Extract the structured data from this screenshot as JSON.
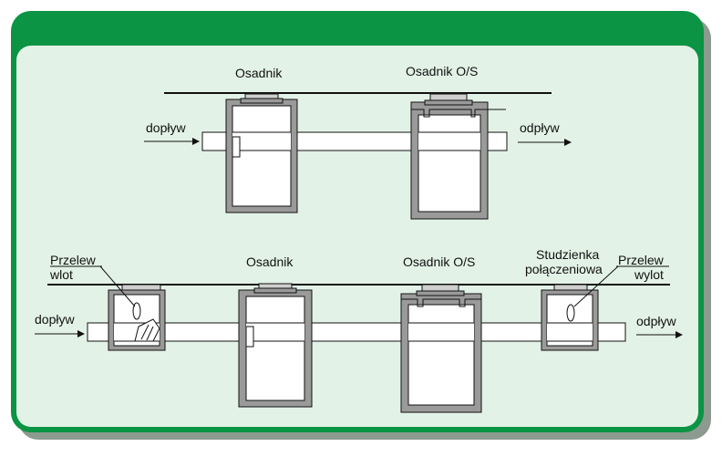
{
  "colors": {
    "header_green": "#0a9444",
    "panel_bg": "#e3f2e7",
    "shadow": "#8c9a90",
    "tank_wall": "#9a9a9a",
    "tank_inner": "#ffffff",
    "pipe": "#ffffff",
    "line": "#111111"
  },
  "top_system": {
    "tank1_label": "Osadnik",
    "tank2_label": "Osadnik O/S",
    "inlet_label": "dopływ",
    "outlet_label": "odpływ"
  },
  "bottom_system": {
    "overflow_inlet_label_1": "Przelew",
    "overflow_inlet_label_2": "wlot",
    "tank1_label": "Osadnik",
    "tank2_label": "Osadnik O/S",
    "junction_label_1": "Studzienka",
    "junction_label_2": "połączeniowa",
    "overflow_outlet_label_1": "Przelew",
    "overflow_outlet_label_2": "wylot",
    "inlet_label": "dopływ",
    "outlet_label": "odpływ"
  }
}
